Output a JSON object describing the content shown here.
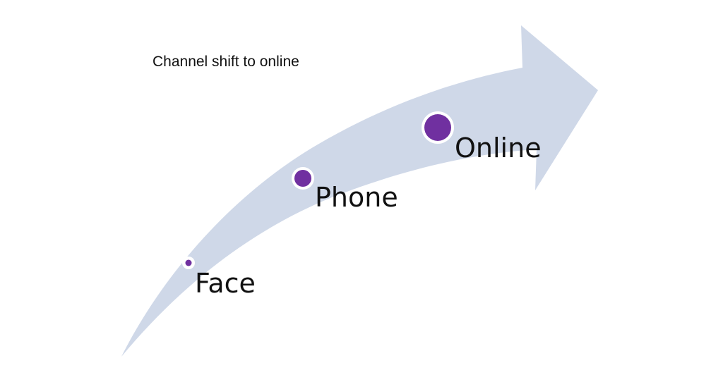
{
  "title": "Channel shift to online",
  "colors": {
    "arrow": "#cfd8e8",
    "dot": "#7030a0",
    "dot_ring": "#ffffff"
  },
  "stages": [
    {
      "label": "Face",
      "dot_size": "small"
    },
    {
      "label": "Phone",
      "dot_size": "medium"
    },
    {
      "label": "Online",
      "dot_size": "large"
    }
  ]
}
